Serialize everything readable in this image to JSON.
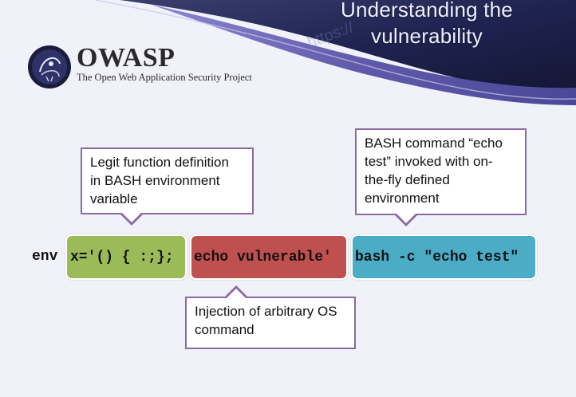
{
  "slide": {
    "title_line1": "Understanding the",
    "title_line2": "vulnerability",
    "logo": {
      "wordmark": "OWASP",
      "subtitle": "The Open Web Application Security Project"
    },
    "header_watermark": "https://"
  },
  "code": {
    "prefix": "env ",
    "segment_function": "x='() { :;};",
    "segment_injection": "echo vulnerable'",
    "segment_command": "bash -c \"echo test\""
  },
  "callouts": {
    "function_definition": {
      "line1": "Legit function definition",
      "line2": "in BASH environment",
      "line3": "variable"
    },
    "bash_command": {
      "line1": "BASH command “echo",
      "line2": "test” invoked with on-",
      "line3": "the-fly defined",
      "line4": "environment"
    },
    "injection": {
      "line1": "Injection of arbitrary OS",
      "line2": "command"
    }
  },
  "colors": {
    "function_segment": "#9bbb59",
    "injection_segment": "#c0504d",
    "command_segment": "#4bacc6",
    "callout_border": "#8b69a3",
    "header_dark": "#1c1f4a",
    "header_purple": "#5a56a8"
  }
}
